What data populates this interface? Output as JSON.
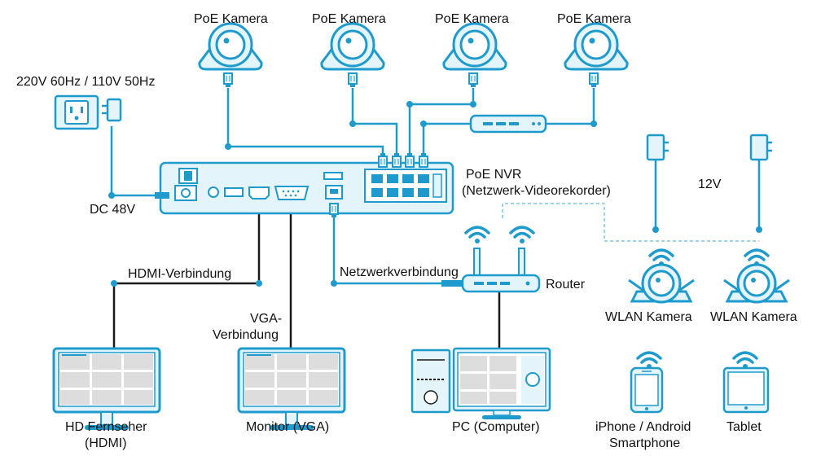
{
  "colors": {
    "accent": "#1e9bcc",
    "line": "#1a1a1a",
    "light": "#e4f4fb",
    "dashed": "#7fc6df"
  },
  "cameras": {
    "poe_label": "PoE Kamera",
    "wlan_label": "WLAN Kamera"
  },
  "power": {
    "mains_label": "220V 60Hz / 110V 50Hz",
    "dc_label": "DC 48V",
    "wlan_power_label": "12V"
  },
  "nvr": {
    "label_line1": "PoE NVR",
    "label_line2": "(Netzwerk-Videorekorder)"
  },
  "router": {
    "label": "Router"
  },
  "connections": {
    "hdmi": "HDMI-Verbindung",
    "vga_line1": "VGA-",
    "vga_line2": "Verbindung",
    "network": "Netzwerkverbindung"
  },
  "devices": {
    "tv_line1": "HD Fernseher",
    "tv_line2": "(HDMI)",
    "monitor": "Monitor (VGA)",
    "pc": "PC (Computer)",
    "phone_line1": "iPhone / Android",
    "phone_line2": "Smartphone",
    "tablet": "Tablet"
  }
}
